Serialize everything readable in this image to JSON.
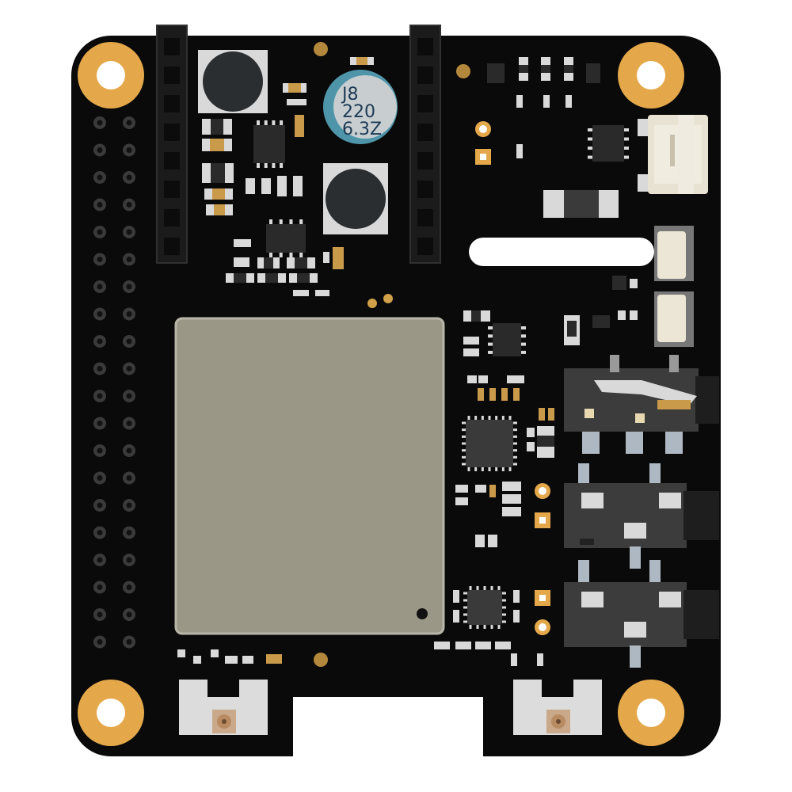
{
  "illustration": {
    "subject": "hat-expansion-board",
    "colors": {
      "pcb": "#0a0a0a",
      "gold": "#e4a84a",
      "module_shield": "#9a9787",
      "header_socket": "#1b1b1b",
      "capacitor_sleeve": "#4f95a9",
      "capacitor_top": "#c8ced0",
      "silver": "#d9d9d9",
      "chip_body": "#2a2a2a"
    },
    "capacitor_marking": [
      "J8",
      "220",
      "6.3Z"
    ],
    "icons": [
      "mounting-hole-icon",
      "gpio-pin-icon",
      "inductor-icon",
      "electrolytic-capacitor-icon",
      "wifi-module-icon",
      "usb-connector-icon",
      "audio-jack-icon",
      "antenna-connector-icon"
    ]
  }
}
